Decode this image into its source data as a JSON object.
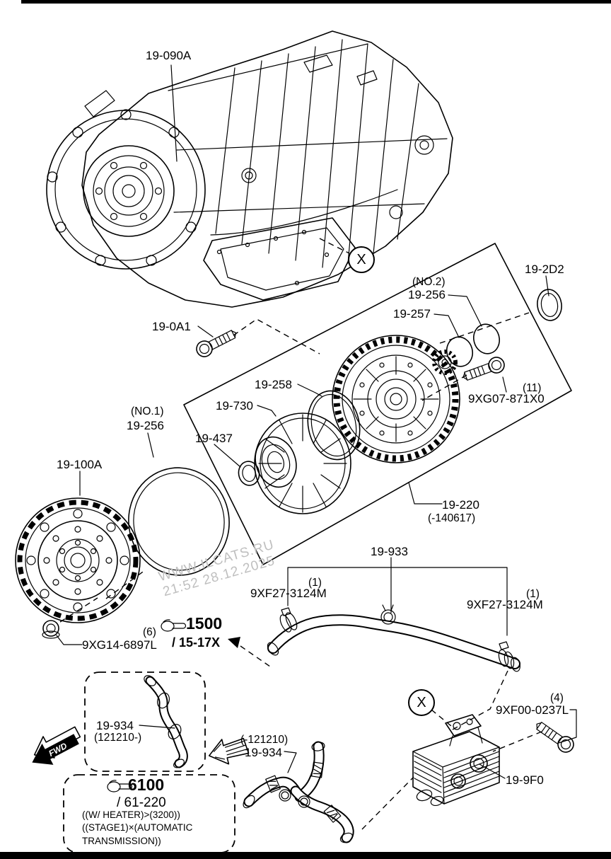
{
  "diagram": {
    "transmission": {
      "label": "19-090A"
    },
    "oring_2d2": {
      "label": "19-2D2"
    },
    "pump_oring_no2": {
      "note": "(NO.2)",
      "label": "19-256"
    },
    "seal_257": {
      "label": "19-257"
    },
    "bolt_0a1": {
      "label": "19-0A1"
    },
    "bolt_871x0": {
      "qty": "(11)",
      "label": "9XG07-871X0"
    },
    "oring_258": {
      "label": "19-258"
    },
    "stator_730": {
      "label": "19-730"
    },
    "converter_oring_no1": {
      "note": "(NO.1)",
      "label": "19-256"
    },
    "seal_437": {
      "label": "19-437"
    },
    "torque_converter": {
      "label": "19-100A"
    },
    "oil_pump": {
      "label": "19-220",
      "range": "(-140617)"
    },
    "cooler_hose": {
      "label": "19-933"
    },
    "clamp_left": {
      "qty": "(1)",
      "label": "9XF27-3124M"
    },
    "clamp_right": {
      "qty": "(1)",
      "label": "9XF27-3124M"
    },
    "nut_6897l": {
      "qty": "(6)",
      "label": "9XG14-6897L"
    },
    "ref_engine": {
      "code": "1500",
      "section": "/ 15-17X"
    },
    "water_hose_late": {
      "label": "19-934",
      "range": "(121210-)"
    },
    "water_hose_early": {
      "label": "19-934",
      "range": "(-121210)"
    },
    "bolt_0237l": {
      "qty": "(4)",
      "label": "9XF00-0237L"
    },
    "oil_cooler": {
      "label": "19-9F0"
    },
    "ref_radiator": {
      "code": "6100",
      "section": "/ 61-220",
      "note_line1": "((W/ HEATER)>(3200))",
      "note_line2": "((STAGE1)×(AUTOMATIC",
      "note_line3": "TRANSMISSION))"
    },
    "fwd_label": "FWD",
    "x_marker": "X"
  },
  "watermark": {
    "site": "WWW.ILCATS.RU",
    "timestamp": "21:52 28.12.2025"
  }
}
